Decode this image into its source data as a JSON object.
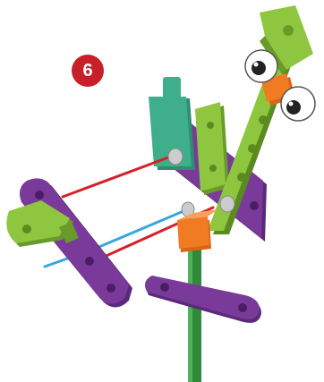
{
  "step": {
    "number": "6"
  },
  "colors": {
    "badge": "#c8202a",
    "green_part": "#8fc63f",
    "purple_part": "#7a3a9a",
    "teal_part": "#3fae8a",
    "orange_part": "#f07b22",
    "rod_red": "#d8202a",
    "rod_blue": "#3aa6dc"
  },
  "parts": [
    "green-head-beam",
    "eye-left",
    "eye-right",
    "orange-beak",
    "teal-connector",
    "purple-plate-back",
    "purple-plate-front",
    "green-hinge-piece",
    "orange-cube",
    "green-stand-rod",
    "purple-base-plate",
    "axle-rods"
  ]
}
